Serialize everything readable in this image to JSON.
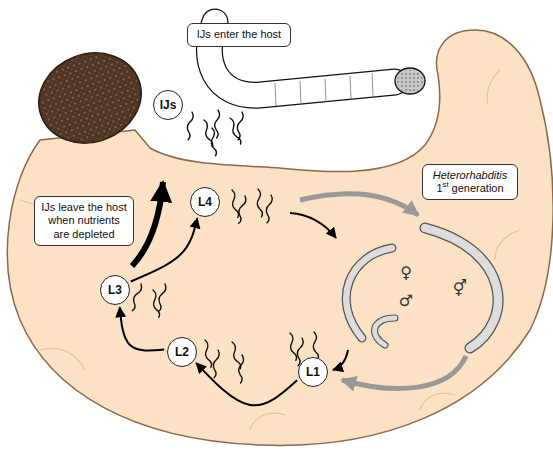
{
  "diagram": {
    "nodes": [
      {
        "text": [
          "IJs enter the host"
        ]
      },
      {
        "text": [
          "IJs"
        ]
      },
      {
        "text": [
          "IJs leave the host when nutrients are depleted"
        ]
      },
      {
        "text": [
          "Heterorhabditis 1st generation"
        ]
      },
      {
        "text": [
          "L4"
        ]
      },
      {
        "text": [
          "L3"
        ]
      },
      {
        "text": [
          "L2"
        ]
      },
      {
        "text": [
          "L1"
        ]
      }
    ],
    "edges": [
      {
        "from": 5,
        "to": 4,
        "arrow": "to"
      },
      {
        "from": 7,
        "to": 6,
        "arrow": "to"
      },
      {
        "from": 6,
        "to": 5,
        "arrow": "to"
      }
    ],
    "labels": [
      "♀",
      "♂",
      "⚥"
    ]
  }
}
